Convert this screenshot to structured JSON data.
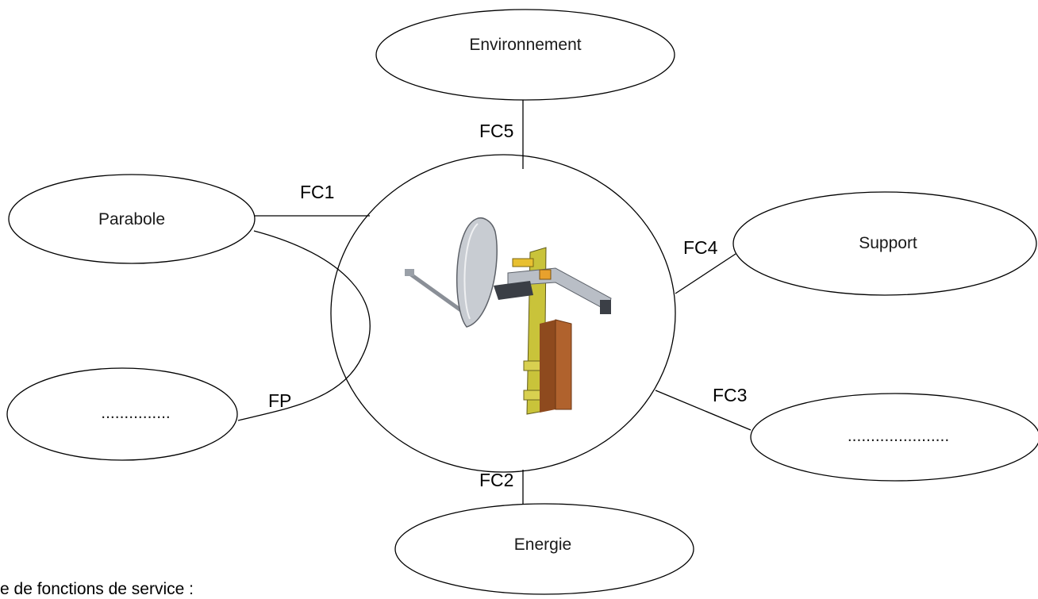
{
  "diagram": {
    "center": {
      "image": "satellite-dish-mount-assembly"
    },
    "nodes": {
      "environnement": "Environnement",
      "parabole": "Parabole",
      "support": "Support",
      "energie": "Energie",
      "blank_left": "...............",
      "blank_right": "......................"
    },
    "functions": {
      "fc1": "FC1",
      "fc2": "FC2",
      "fc3": "FC3",
      "fc4": "FC4",
      "fc5": "FC5",
      "fp": "FP"
    }
  },
  "footer": {
    "text": "e de fonctions de service :"
  },
  "colors": {
    "line": "#000000",
    "yellow_arm": "#c9c33a",
    "wood": "#b0622d",
    "dish": "#c8ccd2"
  }
}
